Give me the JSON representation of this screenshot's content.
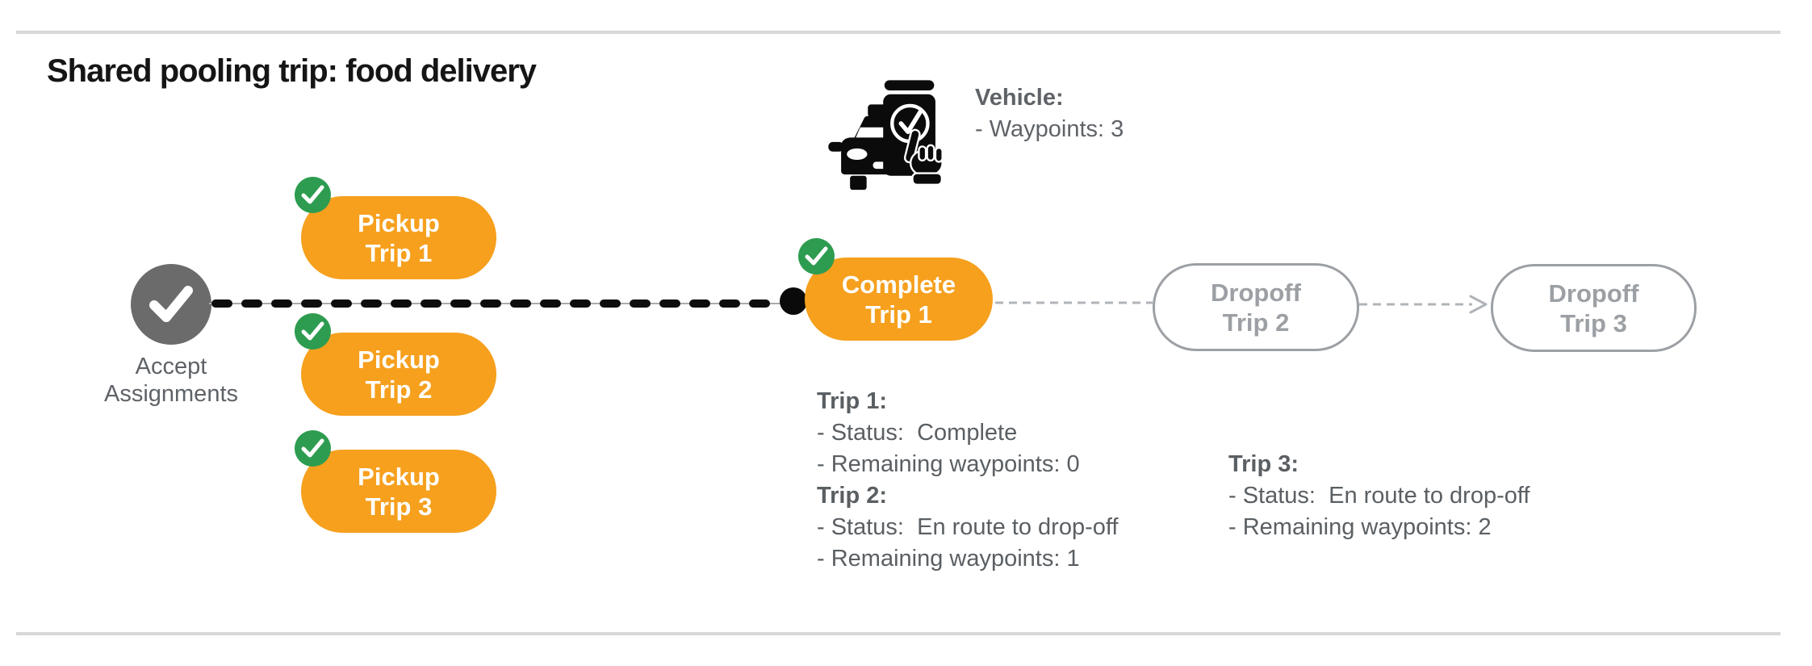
{
  "title": "Shared pooling trip: food delivery",
  "vehicle": {
    "icon": "car-phone-check-icon",
    "name_label": "Vehicle:",
    "detail": "- Waypoints: 3"
  },
  "flow": {
    "start": {
      "icon": "check-icon",
      "line1": "Accept",
      "line2": "Assignments"
    },
    "pickups": [
      {
        "line1": "Pickup",
        "line2": "Trip 1"
      },
      {
        "line1": "Pickup",
        "line2": "Trip 2"
      },
      {
        "line1": "Pickup",
        "line2": "Trip 3"
      }
    ],
    "complete": {
      "line1": "Complete",
      "line2": "Trip 1"
    },
    "dropoffs": [
      {
        "line1": "Dropoff",
        "line2": "Trip 2"
      },
      {
        "line1": "Dropoff",
        "line2": "Trip 3"
      }
    ]
  },
  "status": {
    "block1": {
      "trip1_header": "Trip 1:",
      "trip1_status": "- Status:  Complete",
      "trip1_waypoints": "- Remaining waypoints: 0",
      "trip2_header": "Trip 2:",
      "trip2_status": "- Status:  En route to drop-off",
      "trip2_waypoints": "- Remaining waypoints: 1"
    },
    "block2": {
      "trip3_header": "Trip 3:",
      "trip3_status": "- Status:  En route to drop-off",
      "trip3_waypoints": "- Remaining waypoints: 2"
    }
  },
  "colors": {
    "accent_orange": "#f6a01e",
    "badge_green": "#2e9c50",
    "node_gray": "#6b6b6b",
    "text_gray": "#5f6368",
    "outline_gray": "#9ca0a4",
    "divider_gray": "#d7d7d7"
  }
}
